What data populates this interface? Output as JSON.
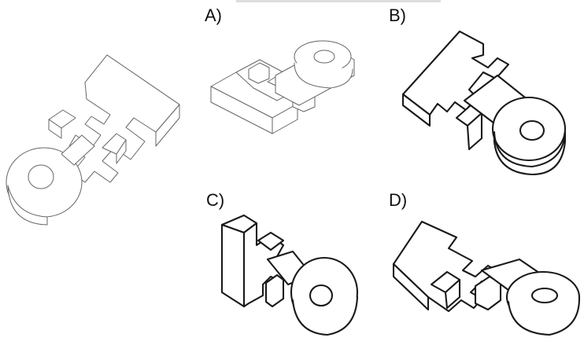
{
  "options": [
    {
      "id": "A",
      "label": "A)"
    },
    {
      "id": "B",
      "label": "B)"
    },
    {
      "id": "C",
      "label": "C)"
    },
    {
      "id": "D",
      "label": "D)"
    }
  ],
  "colors": {
    "line": "#1a1a1a",
    "background": "#ffffff"
  }
}
